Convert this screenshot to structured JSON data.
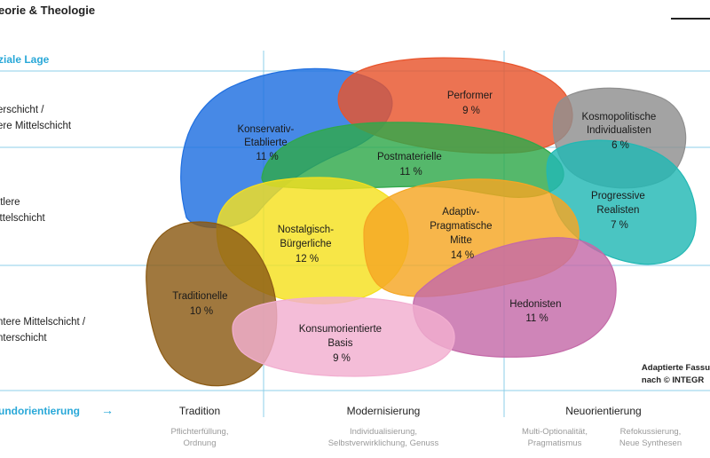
{
  "header": {
    "title": "eorie & Theologie"
  },
  "y_axis": {
    "title": "ziale Lage",
    "levels": [
      {
        "line1": "erschicht /",
        "line2": "ere Mittelschicht"
      },
      {
        "line1": "ttlere",
        "line2": "ittelschicht"
      },
      {
        "line1": "ntere Mittelschicht /",
        "line2": "nterschicht"
      }
    ]
  },
  "x_axis": {
    "title": "undorientierung",
    "arrow": "→",
    "columns": [
      {
        "label": "Tradition",
        "sub": [
          "Pflichterfüllung,",
          "Ordnung"
        ]
      },
      {
        "label": "Modernisierung",
        "sub": [
          "Individualisierung,",
          "Selbstverwirklichung, Genuss"
        ]
      },
      {
        "label": "Neuorientierung",
        "sub_a": [
          "Multi-Optionalität,",
          "Pragmatismus"
        ],
        "sub_b": [
          "Refokussierung,",
          "Neue Synthesen"
        ]
      }
    ]
  },
  "milieus": [
    {
      "id": "konservativ",
      "lines": [
        "Konservativ-",
        "Etablierte",
        "11 %"
      ],
      "color": "#1f6fe0"
    },
    {
      "id": "performer",
      "lines": [
        "Performer",
        "9 %"
      ],
      "color": "#e8542c"
    },
    {
      "id": "kosmopolitisch",
      "lines": [
        "Kosmopolitische",
        "Individualisten",
        "6 %"
      ],
      "color": "#8f8f8f"
    },
    {
      "id": "postmaterielle",
      "lines": [
        "Postmaterielle",
        "11 %"
      ],
      "color": "#2fa84a"
    },
    {
      "id": "progressive",
      "lines": [
        "Progressive",
        "Realisten",
        "7 %"
      ],
      "color": "#22b8b4"
    },
    {
      "id": "nostalgisch",
      "lines": [
        "Nostalgisch-",
        "Bürgerliche",
        "12 %"
      ],
      "color": "#f5e01e"
    },
    {
      "id": "adaptiv",
      "lines": [
        "Adaptiv-",
        "Pragmatische",
        "Mitte",
        "14 %"
      ],
      "color": "#f5a623"
    },
    {
      "id": "traditionelle",
      "lines": [
        "Traditionelle",
        "10 %"
      ],
      "color": "#8b5a14"
    },
    {
      "id": "hedonisten",
      "lines": [
        "Hedonisten",
        "11 %"
      ],
      "color": "#c46aa8"
    },
    {
      "id": "konsum",
      "lines": [
        "Konsumorientierte",
        "Basis",
        "9 %"
      ],
      "color": "#f2aed0"
    }
  ],
  "source": {
    "line1": "Adaptierte Fassu",
    "line2": "nach © INTEGR"
  },
  "colors": {
    "accent": "#29a8d8",
    "grid": "#8ccfe9"
  }
}
